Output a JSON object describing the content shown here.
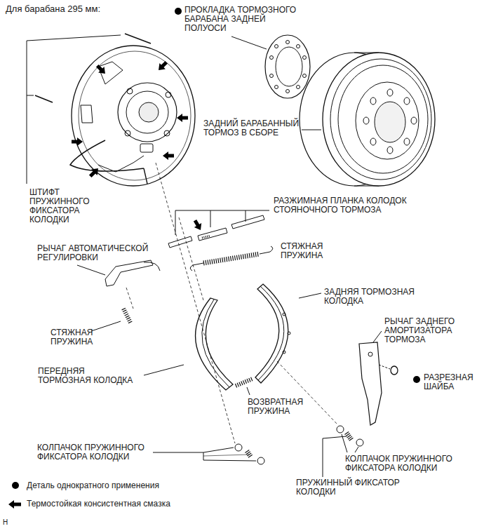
{
  "diagram": {
    "title": "Для барабана 295 мм:",
    "labels": [
      "ПРОКЛАДКА ТОРМОЗНОГО БАРАБАНА ЗАДНЕЙ ПОЛУОСИ",
      "ЗАДНИЙ БАРАБАННЫЙ ТОРМОЗ В СБОРЕ",
      "ШТИФТ ПРУЖИННОГО ФИКСАТОРА КОЛОДКИ",
      "РАЗЖИМНАЯ ПЛАНКА КОЛОДОК СТОЯНОЧНОГО ТОРМОЗА",
      "СТЯЖНАЯ ПРУЖИНА",
      "РЫЧАГ АВТОМАТИЧЕСКОЙ РЕГУЛИРОВКИ",
      "СТЯЖНАЯ ПРУЖИНА",
      "ЗАДНЯЯ ТОРМОЗНАЯ КОЛОДКА",
      "РЫЧАГ ЗАДНЕГО АМОРТИЗАТОРА ТОРМОЗА",
      "ПЕРЕДНЯЯ ТОРМОЗНАЯ КОЛОДКА",
      "РАЗРЕЗНАЯ ШАЙБА",
      "ВОЗВРАТНАЯ ПРУЖИНА",
      "КОЛПАЧОК ПРУЖИННОГО ФИКСАТОРА КОЛОДКИ",
      "КОЛПАЧОК ПРУЖИННОГО ФИКСАТОРА КОЛОДКИ",
      "ПРУЖИННЫЙ ФИКСАТОР КОЛОДКИ",
      "H"
    ],
    "legend": [
      {
        "text": "Деталь однократного применения"
      },
      {
        "text": "Термостойкая консистентная смазка"
      }
    ]
  }
}
